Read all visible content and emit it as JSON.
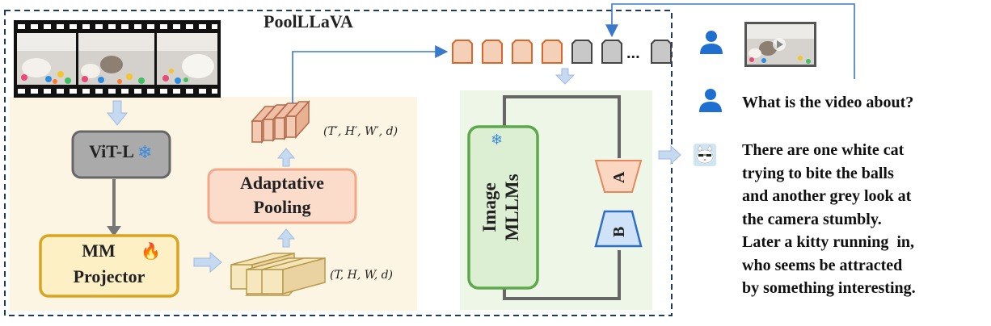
{
  "title": "PoolLLaVA",
  "vit": {
    "label": "ViT-L",
    "icon": "snowflake-icon"
  },
  "projector": {
    "line1": "MM",
    "line2": "Projector",
    "icon": "fire-icon"
  },
  "pooling": {
    "line1": "Adaptative",
    "line2": "Pooling"
  },
  "dims": {
    "pooled": "(T′, H′, W′, d)",
    "full": "(T, H, W, d)"
  },
  "tokens": {
    "ellipsis": "..."
  },
  "mllm": {
    "line1": "Image",
    "line2": "MLLMs",
    "icon": "snowflake-icon"
  },
  "lora": {
    "a": "A",
    "b": "B"
  },
  "chat": {
    "question": "What is the video about?",
    "answer": [
      "There are one white cat",
      "trying to bite the balls",
      "and another grey look at",
      "the camera stumbly.",
      "Later a kitty running  in,",
      "who seems be attracted",
      "by something interesting."
    ]
  },
  "colors": {
    "orange_token": "#f5d0b8",
    "orange_stroke": "#d9662b",
    "grey_token": "#c8c8c8",
    "blue_arrow": "#c5d9f1",
    "user_blue": "#1f6fd1",
    "mllm_green": "#5ca84a",
    "projector_gold": "#d9a521"
  }
}
